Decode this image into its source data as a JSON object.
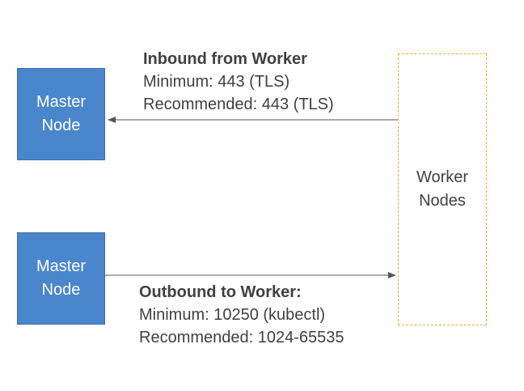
{
  "master_top": {
    "line1": "Master",
    "line2": "Node"
  },
  "master_bottom": {
    "line1": "Master",
    "line2": "Node"
  },
  "worker": {
    "line1": "Worker",
    "line2": "Nodes"
  },
  "inbound": {
    "title": "Inbound from Worker",
    "minimum": "Minimum: 443 (TLS)",
    "recommended": "Recommended: 443 (TLS)"
  },
  "outbound": {
    "title": "Outbound to Worker:",
    "minimum": "Minimum: 10250 (kubectl)",
    "recommended": "Recommended: 1024-65535"
  },
  "colors": {
    "node_fill": "#4a86cc",
    "worker_border": "#f0a830",
    "arrow": "#555555",
    "text": "#404040"
  }
}
